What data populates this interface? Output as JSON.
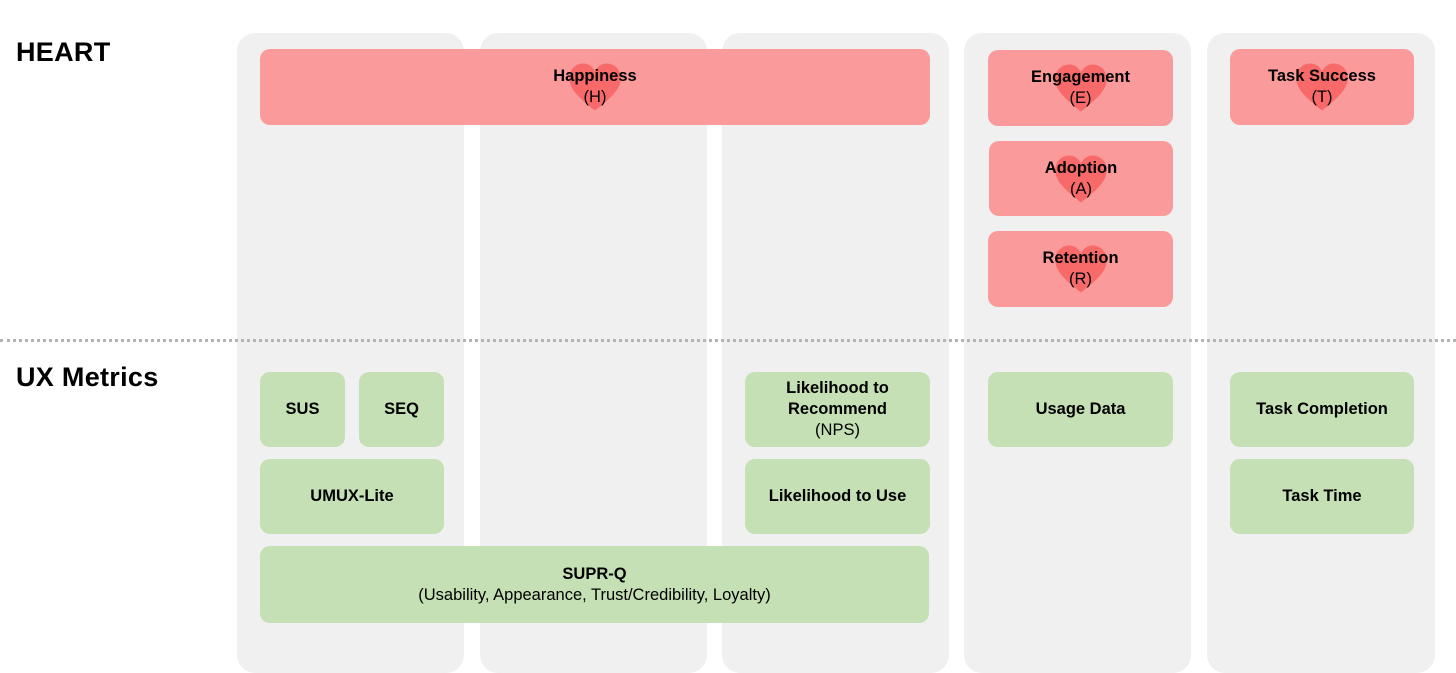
{
  "rows": {
    "heart_label": "HEART",
    "metrics_label": "UX Metrics"
  },
  "heart": {
    "happiness": {
      "name": "Happiness",
      "letter": "(H)"
    },
    "engagement": {
      "name": "Engagement",
      "letter": "(E)"
    },
    "adoption": {
      "name": "Adoption",
      "letter": "(A)"
    },
    "retention": {
      "name": "Retention",
      "letter": "(R)"
    },
    "task_success": {
      "name": "Task Success",
      "letter": "(T)"
    }
  },
  "metrics": {
    "sus": "SUS",
    "seq": "SEQ",
    "umux_lite": "UMUX-Lite",
    "supr_q": {
      "name": "SUPR-Q",
      "detail": "(Usability, Appearance, Trust/Credibility, Loyalty)"
    },
    "ltr": {
      "name": "Likelihood to Recommend",
      "detail": "(NPS)"
    },
    "ltu": "Likelihood to Use",
    "usage_data": "Usage Data",
    "task_completion": "Task Completion",
    "task_time": "Task Time"
  },
  "colors": {
    "heart_fill": "#fb9a9a",
    "heart_icon": "#f86a6a",
    "metric_fill": "#c5e0b4",
    "column_bg": "#f0f0f0"
  }
}
